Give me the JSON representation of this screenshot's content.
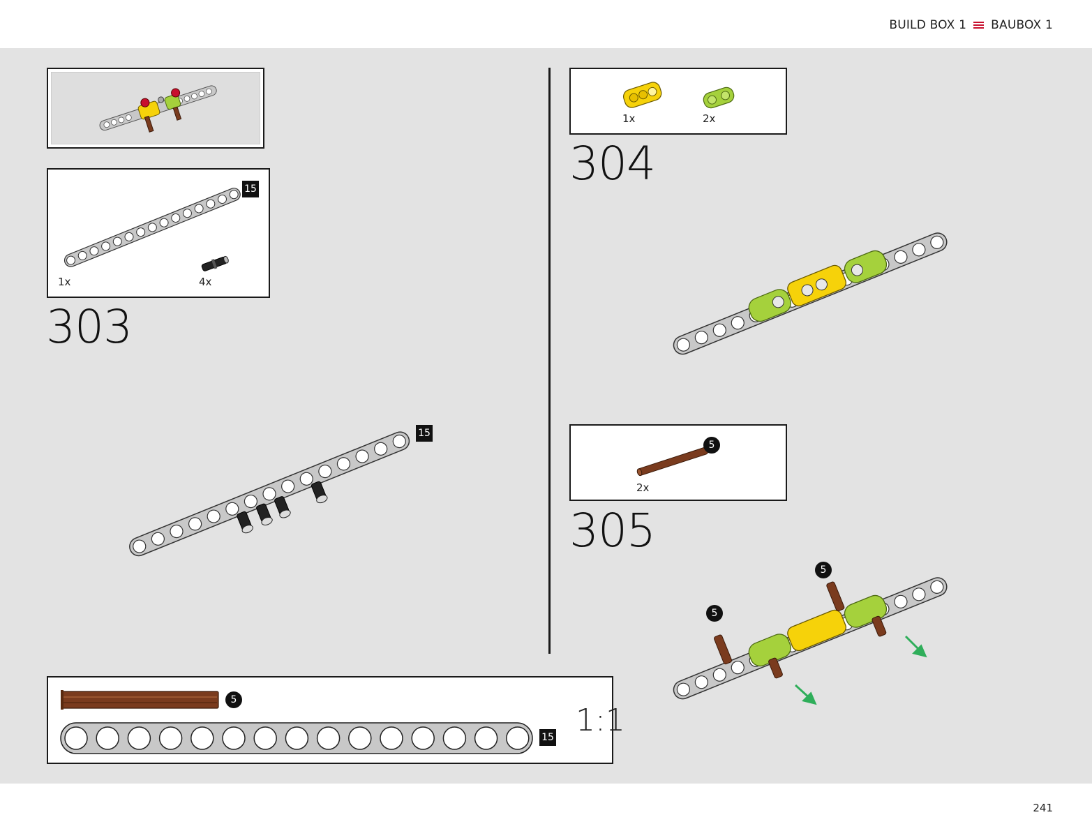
{
  "header": {
    "left": "BUILD BOX 1",
    "right": "BAUBOX 1"
  },
  "footer": {
    "page_number": "241"
  },
  "submodel_preview": {},
  "step303": {
    "number": "303",
    "parts": [
      {
        "qty": "1x",
        "part": "technic-beam-15"
      },
      {
        "qty": "4x",
        "part": "pin-black"
      }
    ],
    "beam_badge": "15",
    "result_badge": "15"
  },
  "step304": {
    "number": "304",
    "parts": [
      {
        "qty": "1x",
        "part": "axle-pin-connector-yellow"
      },
      {
        "qty": "2x",
        "part": "axle-pin-connector-lime"
      }
    ]
  },
  "step305": {
    "number": "305",
    "parts": [
      {
        "qty": "2x",
        "part": "axle-5-brown"
      }
    ],
    "parts_badge": "5",
    "axle_badge_left": "5",
    "axle_badge_right": "5"
  },
  "scale_reference": {
    "label": "1:1",
    "axle_badge": "5",
    "beam_badge": "15"
  },
  "colors": {
    "background": "#e3e3e3",
    "accent_red": "#c8102e",
    "beam_grey": "#c8c8c8",
    "yellow": "#f6d20a",
    "lime": "#a5d13c",
    "brown": "#7a3b1e",
    "arrow_green": "#2fae5a"
  }
}
